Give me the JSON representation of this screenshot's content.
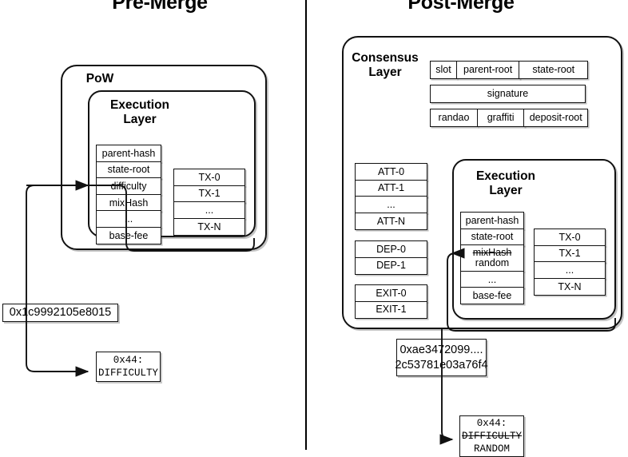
{
  "diagram": {
    "title_left": "Pre-Merge",
    "title_right": "Post-Merge"
  },
  "pre_merge": {
    "outer_label": "PoW",
    "execution_label_line1": "Execution",
    "execution_label_line2": "Layer",
    "header_fields": [
      "parent-hash",
      "state-root",
      "difficulty",
      "mixHash",
      "...",
      "base-fee"
    ],
    "transactions": [
      "TX-0",
      "TX-1",
      "...",
      "TX-N"
    ],
    "hash_value": "0x1c9992105e8015",
    "opcode_number": "0x44:",
    "opcode_name": "DIFFICULTY"
  },
  "post_merge": {
    "consensus_label_line1": "Consensus",
    "consensus_label_line2": "Layer",
    "consensus_header_row1": [
      "slot",
      "parent-root",
      "state-root"
    ],
    "consensus_header_row2": [
      "signature"
    ],
    "consensus_header_row3": [
      "randao",
      "graffiti",
      "deposit-root"
    ],
    "attestations": [
      "ATT-0",
      "ATT-1",
      "...",
      "ATT-N"
    ],
    "deposits": [
      "DEP-0",
      "DEP-1"
    ],
    "exits": [
      "EXIT-0",
      "EXIT-1"
    ],
    "execution_label_line1": "Execution",
    "execution_label_line2": "Layer",
    "header_fields": [
      "parent-hash",
      "state-root",
      "...",
      "base-fee"
    ],
    "header_field_replaced_old": "mixHash",
    "header_field_replaced_new": "random",
    "transactions": [
      "TX-0",
      "TX-1",
      "...",
      "TX-N"
    ],
    "hash_value_line1": "0xae3472099....",
    "hash_value_line2": "2c53781e03a76f4",
    "opcode_number": "0x44:",
    "opcode_name_old": "DIFFICULTY",
    "opcode_name_new": "RANDOM"
  }
}
